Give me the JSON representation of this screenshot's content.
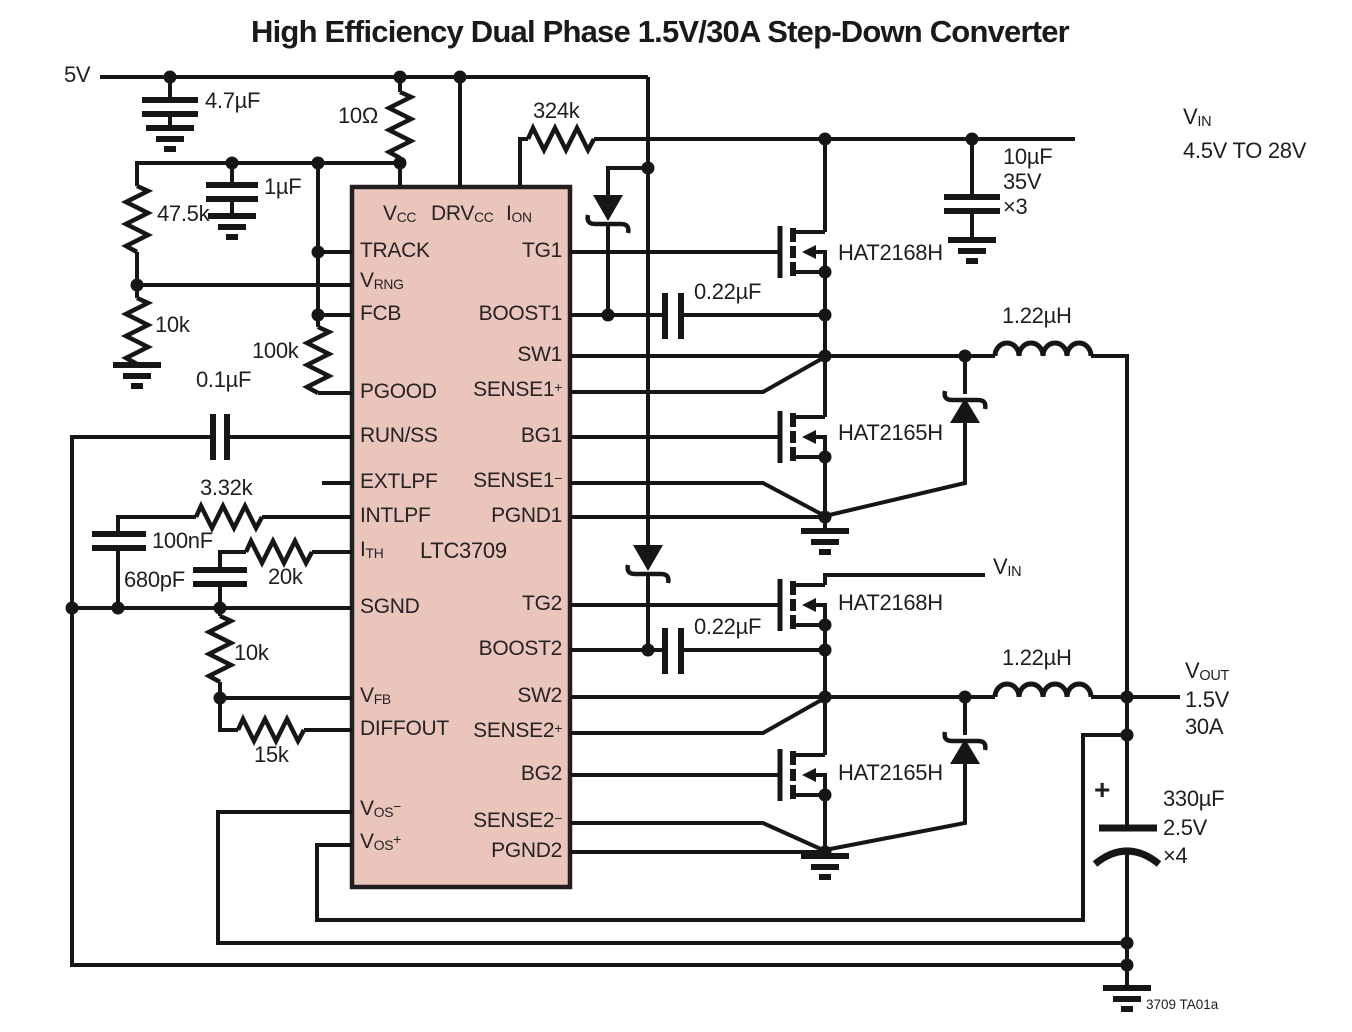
{
  "title": "High Efficiency Dual Phase 1.5V/30A Step-Down Converter",
  "ic": {
    "name": "LTC3709",
    "top_pins": [
      {
        "base": "V",
        "sub": "CC"
      },
      {
        "base": "DRV",
        "sub": "CC"
      },
      {
        "base": "I",
        "sub": "ON"
      }
    ],
    "left_pins": [
      {
        "base": "TRACK"
      },
      {
        "base": "V",
        "sub": "RNG"
      },
      {
        "base": "FCB"
      },
      {
        "base": "PGOOD"
      },
      {
        "base": "RUN/SS"
      },
      {
        "base": "EXTLPF"
      },
      {
        "base": "INTLPF"
      },
      {
        "base": "I",
        "sub": "TH"
      },
      {
        "base": "SGND"
      },
      {
        "base": "V",
        "sub": "FB"
      },
      {
        "base": "DIFFOUT"
      },
      {
        "base": "V",
        "sub": "OS",
        "sup": "−"
      },
      {
        "base": "V",
        "sub": "OS",
        "sup": "+"
      }
    ],
    "right_pins": [
      {
        "base": "TG1"
      },
      {
        "base": "BOOST1"
      },
      {
        "base": "SW1"
      },
      {
        "base": "SENSE1",
        "sup": "+"
      },
      {
        "base": "BG1"
      },
      {
        "base": "SENSE1",
        "sup": "−"
      },
      {
        "base": "PGND1"
      },
      {
        "base": "TG2"
      },
      {
        "base": "BOOST2"
      },
      {
        "base": "SW2"
      },
      {
        "base": "SENSE2",
        "sup": "+"
      },
      {
        "base": "BG2"
      },
      {
        "base": "SENSE2",
        "sup": "−"
      },
      {
        "base": "PGND2"
      }
    ]
  },
  "power": {
    "rail_5v": "5V",
    "vin": {
      "base": "V",
      "sub": "IN"
    },
    "vin_range": "4.5V TO 28V",
    "vout": {
      "base": "V",
      "sub": "OUT"
    },
    "vout_voltage": "1.5V",
    "vout_current": "30A"
  },
  "components": {
    "c_5v": "4.7µF",
    "r_vcc": "10Ω",
    "r_track_top": "47.5k",
    "c_vcc": "1µF",
    "r_track_bottom": "10k",
    "r_pgood": "100k",
    "c_run": "0.1µF",
    "r_ion": "324k",
    "r_intlpf": "3.32k",
    "c_intlpf": "100nF",
    "c_ith": "680pF",
    "r_ith": "20k",
    "r_fb_top": "10k",
    "r_fb_bottom": "15k",
    "c_in": [
      "10µF",
      "35V",
      "×3"
    ],
    "c_boost1": "0.22µF",
    "c_boost2": "0.22µF",
    "q_top1": "HAT2168H",
    "q_bottom1": "HAT2165H",
    "q_top2": "HAT2168H",
    "q_bottom2": "HAT2165H",
    "l1": "1.22µH",
    "l2": "1.22µH",
    "c_out": [
      "330µF",
      "2.5V",
      "×4"
    ],
    "c_out_polarity": "+"
  },
  "footer": {
    "figure_id": "3709 TA01a"
  }
}
